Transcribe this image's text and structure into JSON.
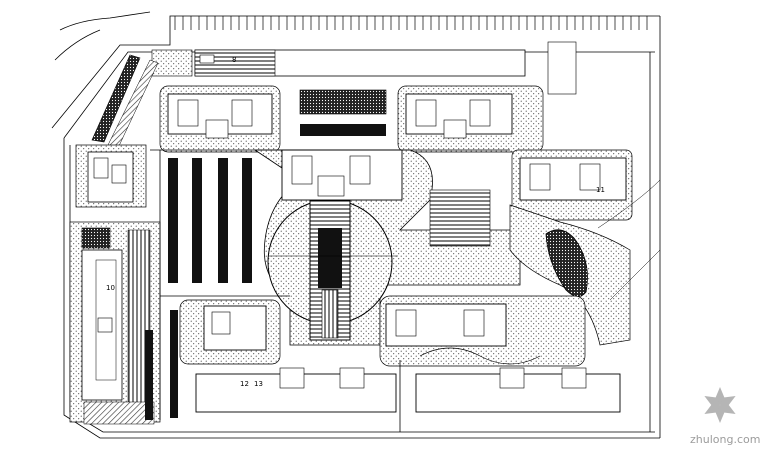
{
  "site_plan": {
    "building_labels": [
      {
        "id": "b8",
        "text": "8"
      },
      {
        "id": "b11",
        "text": "11"
      },
      {
        "id": "b10",
        "text": "10"
      },
      {
        "id": "b12",
        "text": "12"
      },
      {
        "id": "b13",
        "text": "13"
      }
    ],
    "colors": {
      "line": "#000000",
      "background": "#ffffff",
      "hatch": "#555555",
      "watermark": "#9c9c9c"
    }
  },
  "watermark": {
    "text": "zhulong.com",
    "icon": "snowflake-logo-icon"
  }
}
